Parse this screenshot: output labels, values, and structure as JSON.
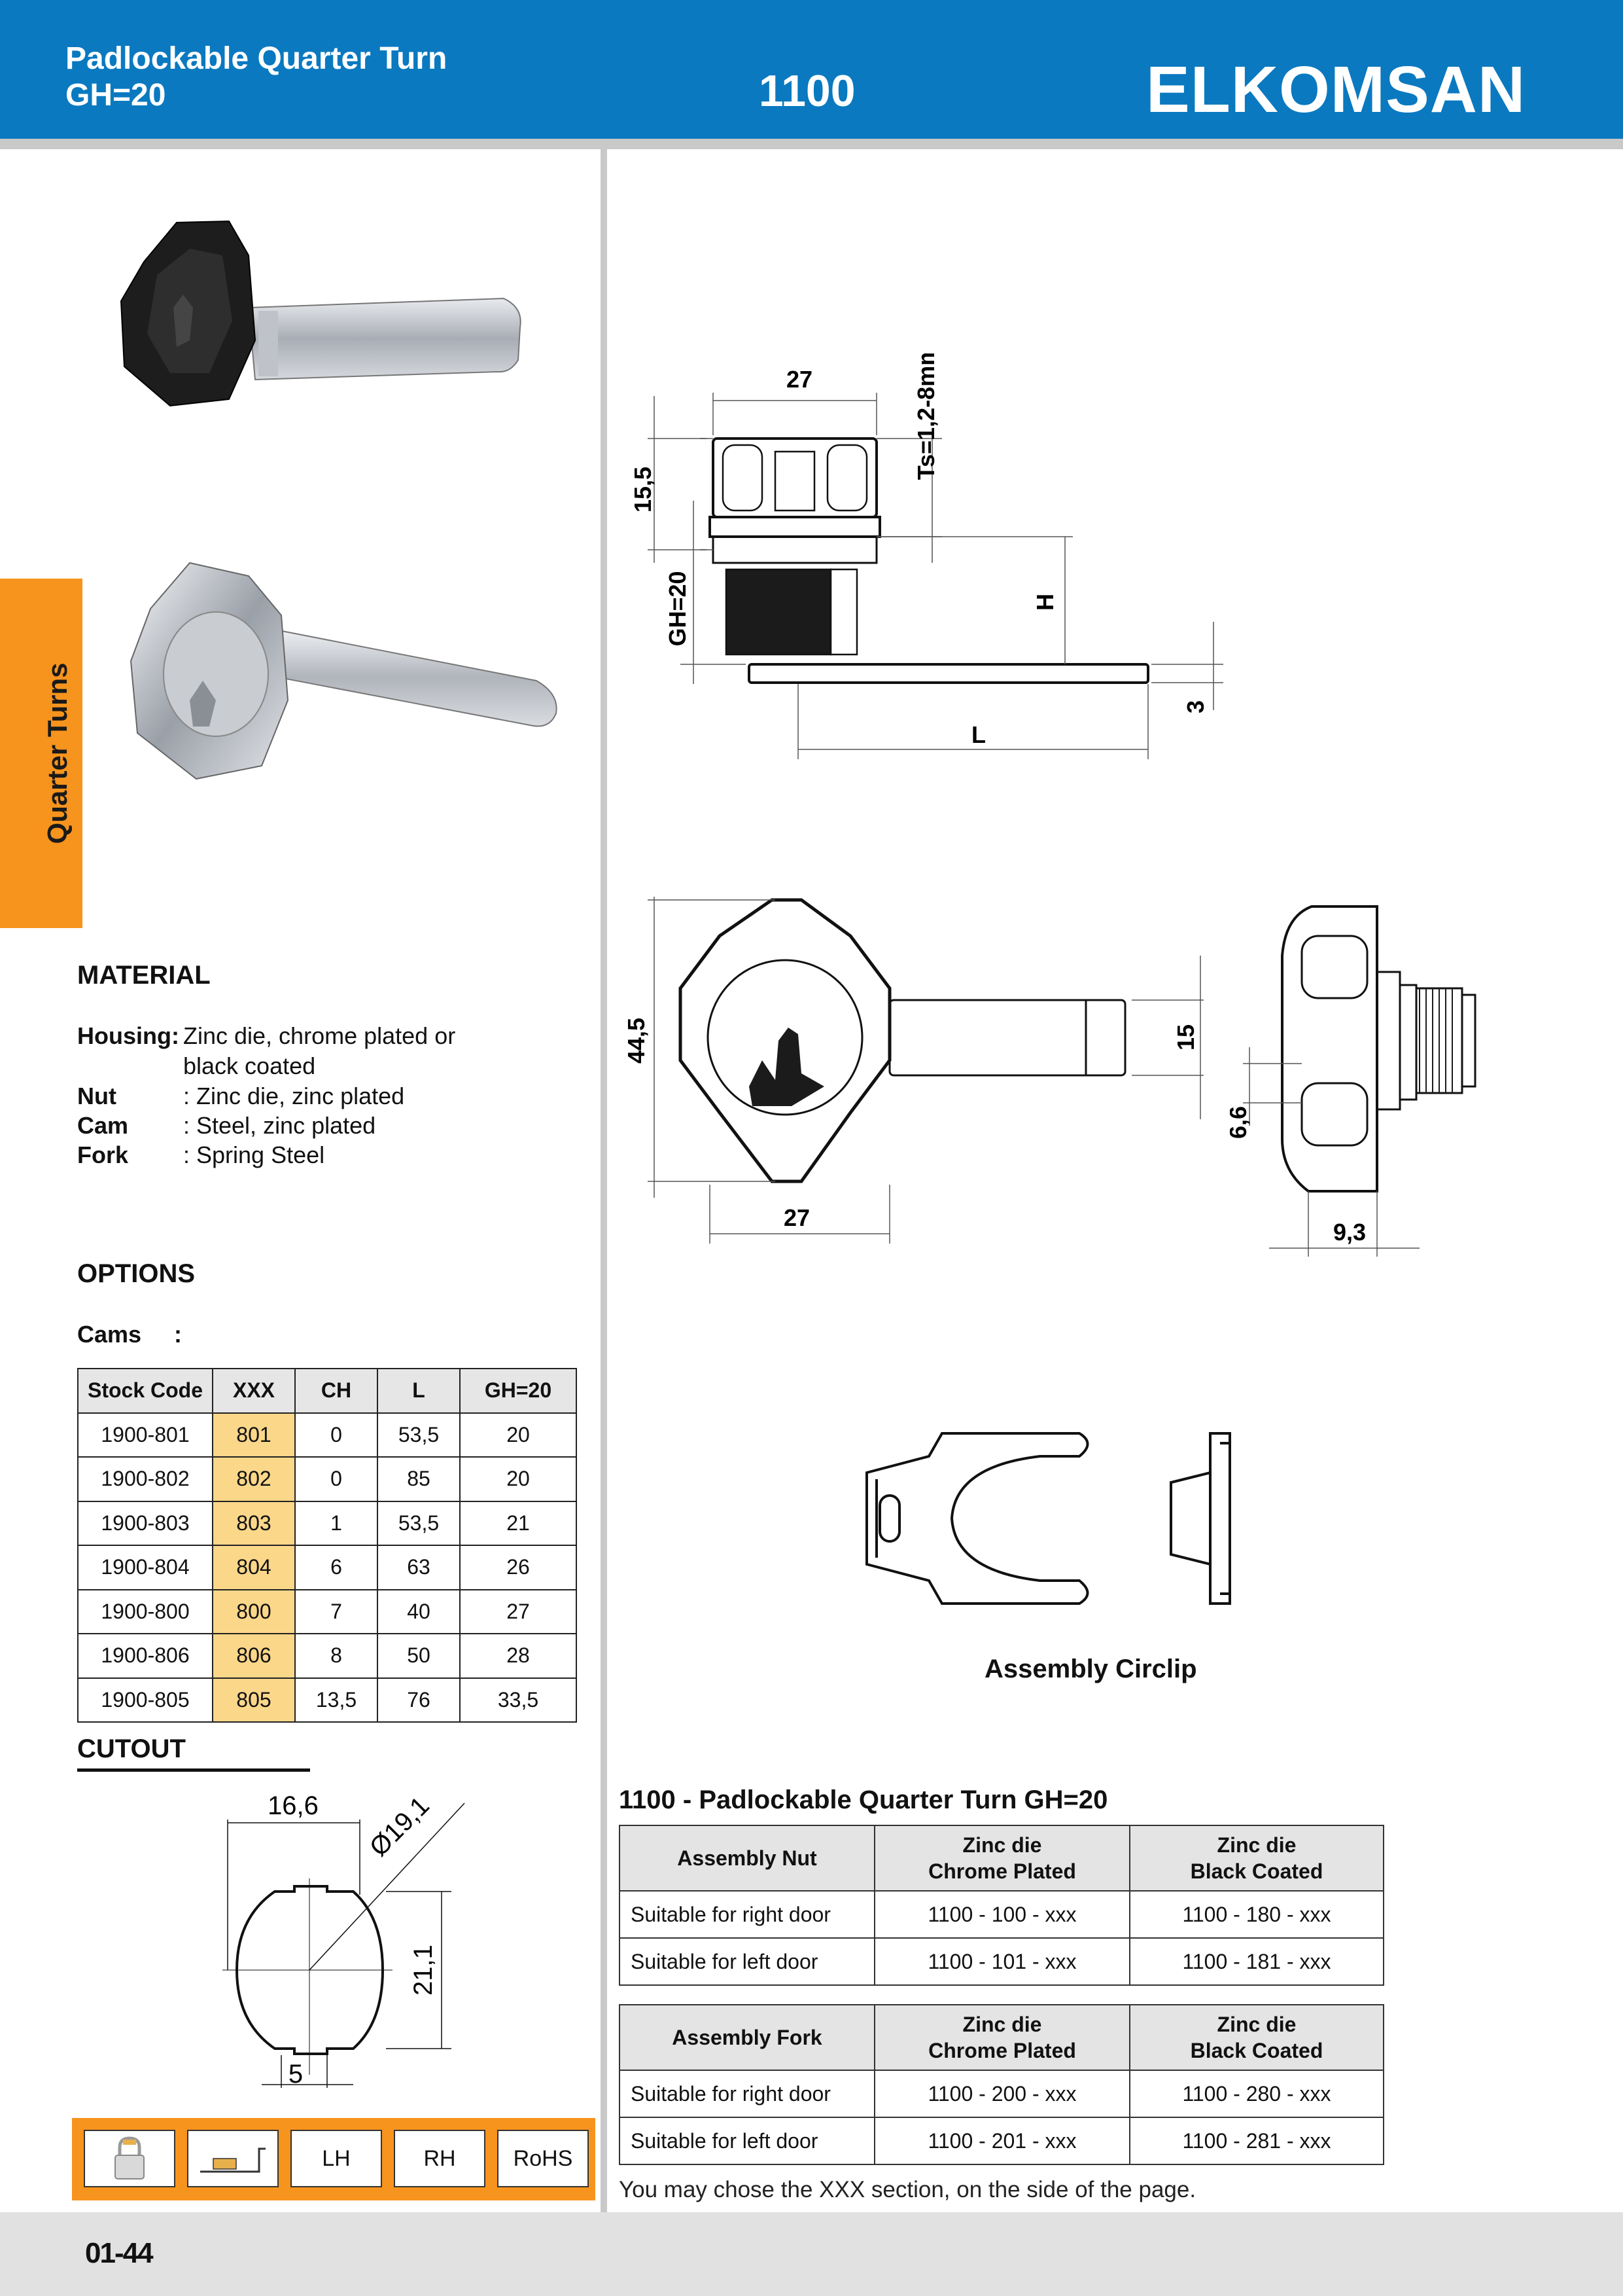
{
  "header": {
    "title_line1": "Padlockable Quarter Turn",
    "title_line2": "GH=20",
    "code": "1100",
    "brand": "ELKOMSAN",
    "color": "#0a79c0"
  },
  "side_tab": {
    "label": "Quarter Turns",
    "color": "#f7941d"
  },
  "material": {
    "heading": "MATERIAL",
    "rows": [
      {
        "label": "Housing:",
        "value": "Zinc die, chrome plated or",
        "value2": "black coated"
      },
      {
        "label": "Nut",
        "value": ": Zinc die, zinc plated"
      },
      {
        "label": "Cam",
        "value": ": Steel,  zinc plated"
      },
      {
        "label": "Fork",
        "value": ": Spring Steel"
      }
    ]
  },
  "options": {
    "heading": "OPTIONS",
    "cams_label": "Cams     :",
    "columns": [
      "Stock Code",
      "XXX",
      "CH",
      "L",
      "GH=20"
    ],
    "rows": [
      [
        "1900-801",
        "801",
        "0",
        "53,5",
        "20"
      ],
      [
        "1900-802",
        "802",
        "0",
        "85",
        "20"
      ],
      [
        "1900-803",
        "803",
        "1",
        "53,5",
        "21"
      ],
      [
        "1900-804",
        "804",
        "6",
        "63",
        "26"
      ],
      [
        "1900-800",
        "800",
        "7",
        "40",
        "27"
      ],
      [
        "1900-806",
        "806",
        "8",
        "50",
        "28"
      ],
      [
        "1900-805",
        "805",
        "13,5",
        "76",
        "33,5"
      ]
    ],
    "highlight_color": "#fbd78a"
  },
  "cutout": {
    "heading": "CUTOUT",
    "dims": {
      "width": "16,6",
      "diameter": "Ø19,1",
      "height": "21,1",
      "notch": "5"
    }
  },
  "icons": {
    "items": [
      {
        "icon": "padlock-icon"
      },
      {
        "icon": "mounting-icon"
      },
      {
        "label": "LH"
      },
      {
        "label": "RH"
      },
      {
        "label": "RoHS"
      }
    ]
  },
  "drawing": {
    "dim_27_top": "27",
    "dim_ts": "Ts=1,2-8mm",
    "dim_15_5": "15,5",
    "dim_gh": "GH=20",
    "dim_h": "H",
    "dim_3": "3",
    "dim_l": "L",
    "dim_44_5": "44,5",
    "dim_27_front": "27",
    "dim_15": "15",
    "dim_6_6": "6,6",
    "dim_9_3": "9,3"
  },
  "circlip": {
    "label": "Assembly Circlip"
  },
  "assembly": {
    "title": "1100 - Padlockable Quarter Turn  GH=20",
    "nut_table": {
      "header": [
        "Assembly Nut",
        "Zinc die|Chrome Plated",
        "Zinc die|Black Coated"
      ],
      "rows": [
        [
          "Suitable for right door",
          "1100 - 100 - xxx",
          "1100 - 180 - xxx"
        ],
        [
          "Suitable for left door",
          "1100 - 101 - xxx",
          "1100 - 181 - xxx"
        ]
      ]
    },
    "fork_table": {
      "header": [
        "Assembly Fork",
        "Zinc die|Chrome Plated",
        "Zinc die|Black Coated"
      ],
      "rows": [
        [
          "Suitable for right door",
          "1100 - 200 - xxx",
          "1100 - 280 - xxx"
        ],
        [
          "Suitable for left door",
          "1100 - 201 - xxx",
          "1100 - 281 - xxx"
        ]
      ]
    },
    "note": "You may chose the XXX section, on the side of the page."
  },
  "footer": {
    "page": "01-44"
  }
}
